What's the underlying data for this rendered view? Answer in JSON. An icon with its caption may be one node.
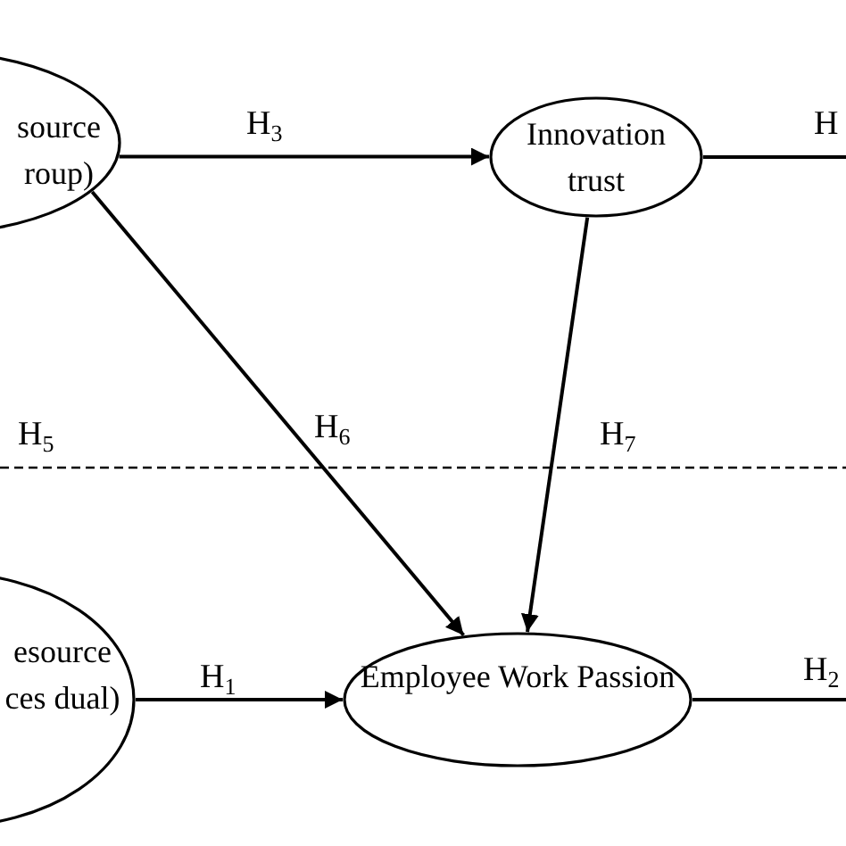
{
  "diagram": {
    "nodes": [
      {
        "text": [
          "source roup)"
        ]
      },
      {
        "text": [
          "Innovation trust"
        ]
      },
      {
        "text": [
          "esource ces dual)"
        ]
      },
      {
        "text": [
          "Employee Work Passion"
        ]
      }
    ],
    "edges": [
      {
        "from": 0,
        "to": 1,
        "arrow": "to",
        "label": "H$_{3}$"
      },
      {
        "from": 1,
        "to": null,
        "arrow": "none",
        "label": "H"
      },
      {
        "from": 0,
        "to": 3,
        "arrow": "to",
        "label": "H$_{6}$"
      },
      {
        "from": 1,
        "to": 3,
        "arrow": "to",
        "label": "H$_{7}$"
      },
      {
        "from": 2,
        "to": 3,
        "arrow": "to",
        "label": "H$_{1}$"
      },
      {
        "from": 3,
        "to": null,
        "arrow": "none",
        "label": "H$_{2}$"
      }
    ],
    "labels": [
      "H$_{5}$"
    ]
  }
}
